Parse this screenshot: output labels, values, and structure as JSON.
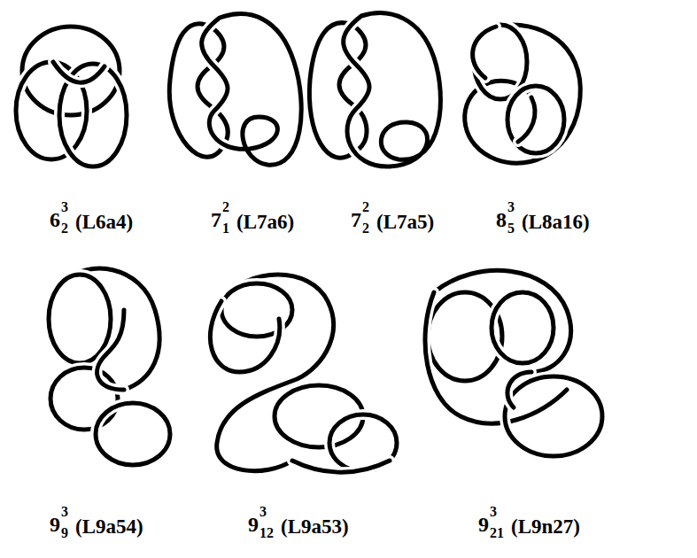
{
  "diagram": {
    "labels": [
      "6",
      "3",
      "2",
      "(L6a4)",
      "7",
      "2",
      "1",
      "(L7a6)",
      "7",
      "2",
      "2",
      "(L7a5)",
      "8",
      "3",
      "5",
      "(L8a16)",
      "9",
      "3",
      "9",
      "(L9a54)",
      "9",
      "3",
      "12",
      "(L9a53)",
      "9",
      "3",
      "21",
      "(L9n27)"
    ]
  }
}
